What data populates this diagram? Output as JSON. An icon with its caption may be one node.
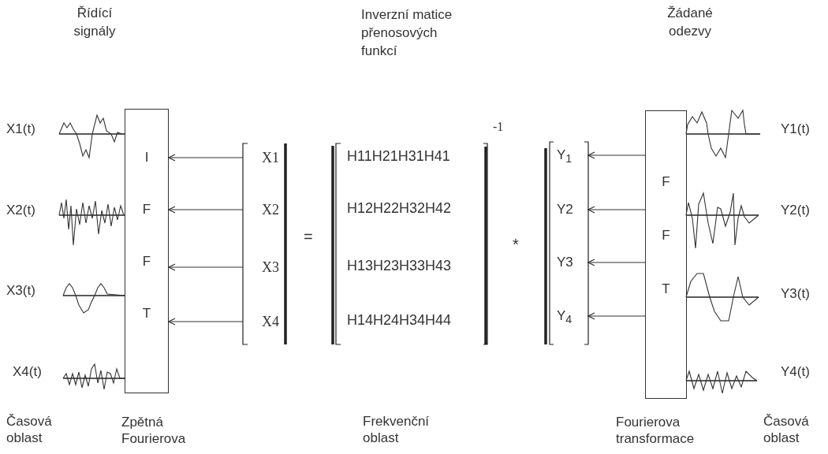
{
  "diagram": {
    "nodes": [
      {
        "text": [
          "I F F T"
        ],
        "beside": [
          "Zpětná Fourierova"
        ]
      },
      {
        "text": [
          "X1"
        ]
      },
      {
        "text": [
          "X2"
        ]
      },
      {
        "text": [
          "X3"
        ]
      },
      {
        "text": [
          "X4"
        ]
      },
      {
        "text": [
          "F F T"
        ],
        "beside": [
          "Fourierova transformace"
        ]
      },
      {
        "text": [
          "Y$_{1}$"
        ]
      },
      {
        "text": [
          "Y2"
        ]
      },
      {
        "text": [
          "Y3"
        ]
      },
      {
        "text": [
          "Y$_{4}$"
        ]
      }
    ],
    "edges": [
      {
        "from": 1,
        "to": 0,
        "arrow": "to"
      },
      {
        "from": 2,
        "to": 0,
        "arrow": "to"
      },
      {
        "from": 3,
        "to": 0,
        "arrow": "to"
      },
      {
        "from": 4,
        "to": 0,
        "arrow": "to"
      },
      {
        "from": 5,
        "to": 6,
        "arrow": "to"
      },
      {
        "from": 5,
        "to": 7,
        "arrow": "to"
      },
      {
        "from": 5,
        "to": 8,
        "arrow": "to"
      },
      {
        "from": 5,
        "to": 9,
        "arrow": "to"
      }
    ],
    "labels": [
      "Řídící signály",
      "Inverzní matice přenosových funkcí",
      "Žádané odezvy",
      "-1",
      "X1(t)",
      "H11H21H31H41",
      "Y1(t)",
      "X2(t)",
      "H12H22H32H42",
      "Y2(t)",
      "=",
      "*",
      "X3(t)",
      "H13H23H33H43",
      "Y3(t)",
      "X4(t)",
      "H14H24H34H44",
      "Y4(t)",
      "Časová oblast",
      "Frekvenční oblast",
      "Časová oblast"
    ]
  }
}
